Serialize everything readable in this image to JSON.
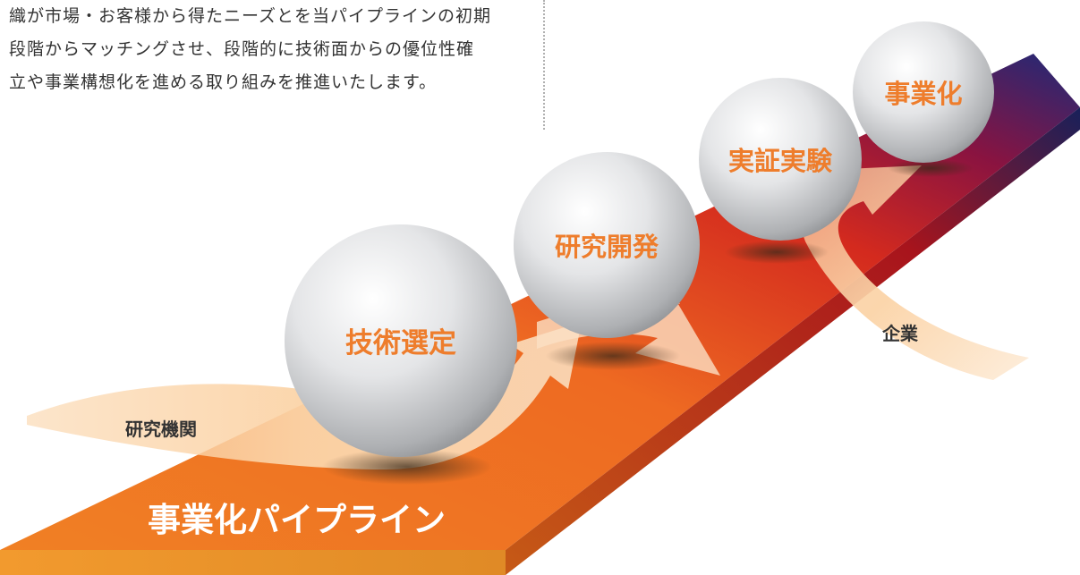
{
  "intro": {
    "lines": [
      "織が市場・お客様から得たニーズとを当パイプラインの初期",
      "段階からマッチングさせ、段階的に技術面からの優位性確",
      "立や事業構想化を進める取り組みを推進いたします。"
    ]
  },
  "diagram": {
    "pipeline_label": "事業化パイプライン",
    "stages": [
      "技術選定",
      "研究開発",
      "実証実験",
      "事業化"
    ],
    "inflow_left_label": "研究機関",
    "inflow_right_label": "企業"
  },
  "colors": {
    "accent_orange": "#ee7d2c",
    "pipeline_orange": "#f08024",
    "pipeline_red": "#c8102e",
    "pipeline_navy": "#1e2a78",
    "flow_peach": "#fbd4a8",
    "sphere_gray": "#c6c8cb"
  }
}
